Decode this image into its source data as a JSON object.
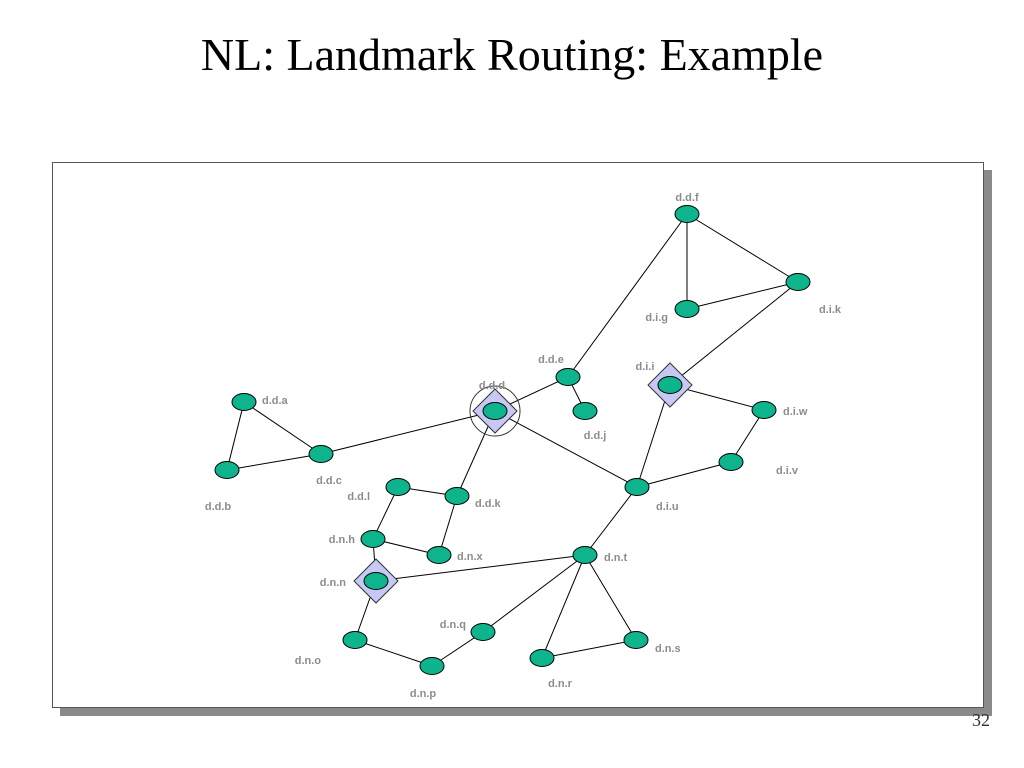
{
  "title": "NL: Landmark Routing: Example",
  "page_number": "32",
  "colors": {
    "node_fill": "#0db48c",
    "landmark_fill": "#c8c8f5",
    "label": "#8c8c8c"
  },
  "nodes": [
    {
      "id": "d.d.f",
      "label": "d.d.f"
    },
    {
      "id": "d.i.k",
      "label": "d.i.k"
    },
    {
      "id": "d.i.g",
      "label": "d.i.g"
    },
    {
      "id": "d.d.e",
      "label": "d.d.e"
    },
    {
      "id": "d.d.j",
      "label": "d.d.j"
    },
    {
      "id": "d.d.d",
      "label": "d.d.d"
    },
    {
      "id": "d.i.i",
      "label": "d.i.i"
    },
    {
      "id": "d.i.w",
      "label": "d.i.w"
    },
    {
      "id": "d.i.v",
      "label": "d.i.v"
    },
    {
      "id": "d.i.u",
      "label": "d.i.u"
    },
    {
      "id": "d.d.a",
      "label": "d.d.a"
    },
    {
      "id": "d.d.b",
      "label": "d.d.b"
    },
    {
      "id": "d.d.c",
      "label": "d.d.c"
    },
    {
      "id": "d.d.l",
      "label": "d.d.l"
    },
    {
      "id": "d.d.k",
      "label": "d.d.k"
    },
    {
      "id": "d.n.h",
      "label": "d.n.h"
    },
    {
      "id": "d.n.x",
      "label": "d.n.x"
    },
    {
      "id": "d.n.n",
      "label": "d.n.n"
    },
    {
      "id": "d.n.t",
      "label": "d.n.t"
    },
    {
      "id": "d.n.q",
      "label": "d.n.q"
    },
    {
      "id": "d.n.o",
      "label": "d.n.o"
    },
    {
      "id": "d.n.p",
      "label": "d.n.p"
    },
    {
      "id": "d.n.r",
      "label": "d.n.r"
    },
    {
      "id": "d.n.s",
      "label": "d.n.s"
    }
  ],
  "landmarks": [
    "d.d.d",
    "d.i.i",
    "d.n.n"
  ],
  "circled": [
    "d.d.d"
  ],
  "edges": [
    [
      "d.d.f",
      "d.i.g"
    ],
    [
      "d.d.f",
      "d.i.k"
    ],
    [
      "d.i.g",
      "d.i.k"
    ],
    [
      "d.d.f",
      "d.d.e"
    ],
    [
      "d.i.k",
      "d.i.i"
    ],
    [
      "d.d.e",
      "d.d.j"
    ],
    [
      "d.d.e",
      "d.d.d"
    ],
    [
      "d.d.d",
      "d.d.c"
    ],
    [
      "d.d.d",
      "d.d.k"
    ],
    [
      "d.d.d",
      "d.i.u"
    ],
    [
      "d.d.a",
      "d.d.b"
    ],
    [
      "d.d.a",
      "d.d.c"
    ],
    [
      "d.d.b",
      "d.d.c"
    ],
    [
      "d.i.i",
      "d.i.w"
    ],
    [
      "d.i.i",
      "d.i.u"
    ],
    [
      "d.i.w",
      "d.i.v"
    ],
    [
      "d.i.v",
      "d.i.u"
    ],
    [
      "d.i.u",
      "d.n.t"
    ],
    [
      "d.d.l",
      "d.d.k"
    ],
    [
      "d.d.l",
      "d.n.h"
    ],
    [
      "d.d.k",
      "d.n.x"
    ],
    [
      "d.n.h",
      "d.n.x"
    ],
    [
      "d.n.h",
      "d.n.n"
    ],
    [
      "d.n.n",
      "d.n.t"
    ],
    [
      "d.n.n",
      "d.n.o"
    ],
    [
      "d.n.o",
      "d.n.p"
    ],
    [
      "d.n.p",
      "d.n.q"
    ],
    [
      "d.n.q",
      "d.n.t"
    ],
    [
      "d.n.t",
      "d.n.r"
    ],
    [
      "d.n.t",
      "d.n.s"
    ],
    [
      "d.n.r",
      "d.n.s"
    ]
  ]
}
